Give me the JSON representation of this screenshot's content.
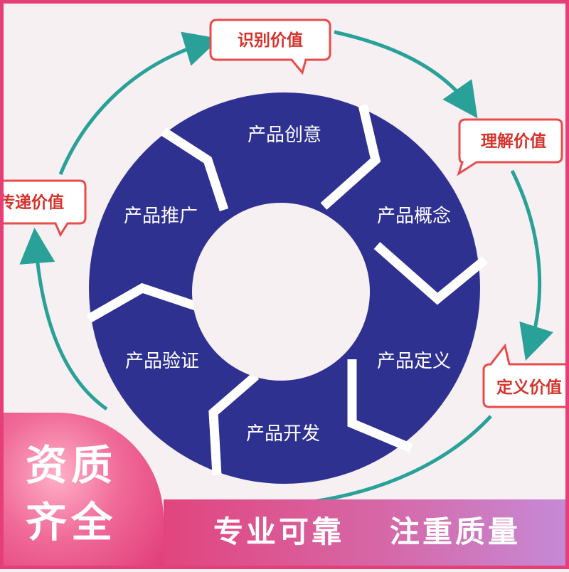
{
  "diagram": {
    "segments": [
      {
        "label": "产品创意"
      },
      {
        "label": "产品概念"
      },
      {
        "label": "产品定义"
      },
      {
        "label": "产品开发"
      },
      {
        "label": "产品验证"
      },
      {
        "label": "产品推广"
      }
    ],
    "callouts": [
      {
        "text": "识别价值"
      },
      {
        "text": "理解价值"
      },
      {
        "text": "定义价值"
      },
      {
        "text": "传递价值"
      }
    ],
    "colors": {
      "wheel": "#2e3190",
      "arrow": "#2aa198",
      "callout_border": "#e94b4b",
      "callout_text": "#d4342d",
      "banner": "#e63f78"
    }
  },
  "banner": {
    "badge_line1": "资质",
    "badge_line2": "齐全",
    "slogan_left": "专业可靠",
    "slogan_right": "注重质量"
  }
}
